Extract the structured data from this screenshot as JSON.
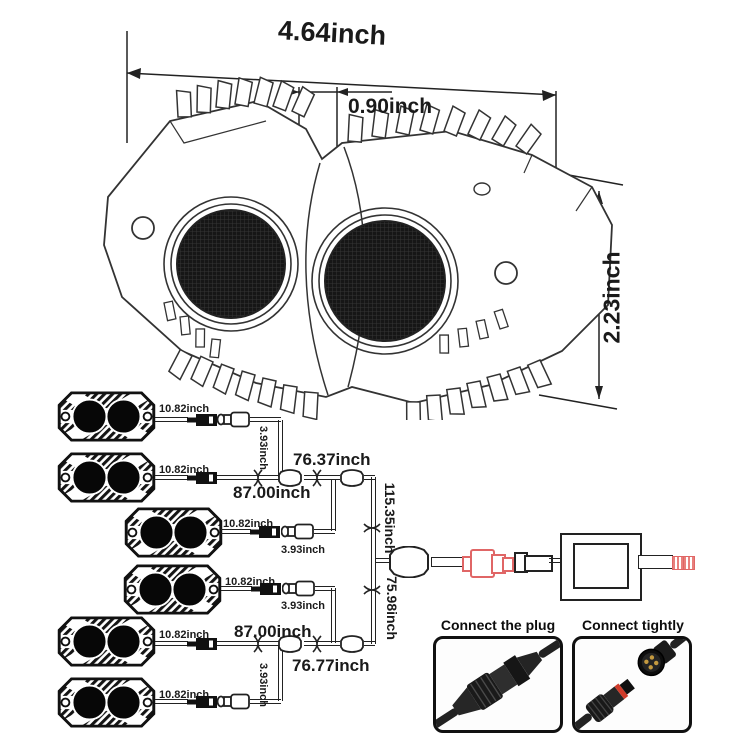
{
  "top_drawing": {
    "width_label": "4.64inch",
    "notch_label": "0.90inch",
    "height_label": "2.23inch"
  },
  "harness": {
    "pods": [
      {
        "cable_label": "10.82inch"
      },
      {
        "cable_label": "10.82inch"
      },
      {
        "cable_label": "10.82inch"
      },
      {
        "cable_label": "10.82inch"
      },
      {
        "cable_label": "10.82inch"
      },
      {
        "cable_label": "10.82inch"
      }
    ],
    "labels": {
      "drop_top": "3.93inch",
      "run_top": "87.00inch",
      "branch_top": "76.37inch",
      "stub_row3": "3.93inch",
      "stub_row4": "3.93inch",
      "trunk_upper": "115.35inch",
      "trunk_lower": "75.98inch",
      "run_bottom": "87.00inch",
      "branch_bottom": "76.77inch",
      "drop_bottom": "3.93inch"
    }
  },
  "instructions": {
    "plug_caption": "Connect the plug",
    "tight_caption": "Connect tightly"
  },
  "colors": {
    "line": "#222222",
    "red_connector": "#e06666",
    "stripe_red": "#e8807c",
    "oring_red": "#cf3b2a",
    "pin_gold": "#c59a3f"
  }
}
